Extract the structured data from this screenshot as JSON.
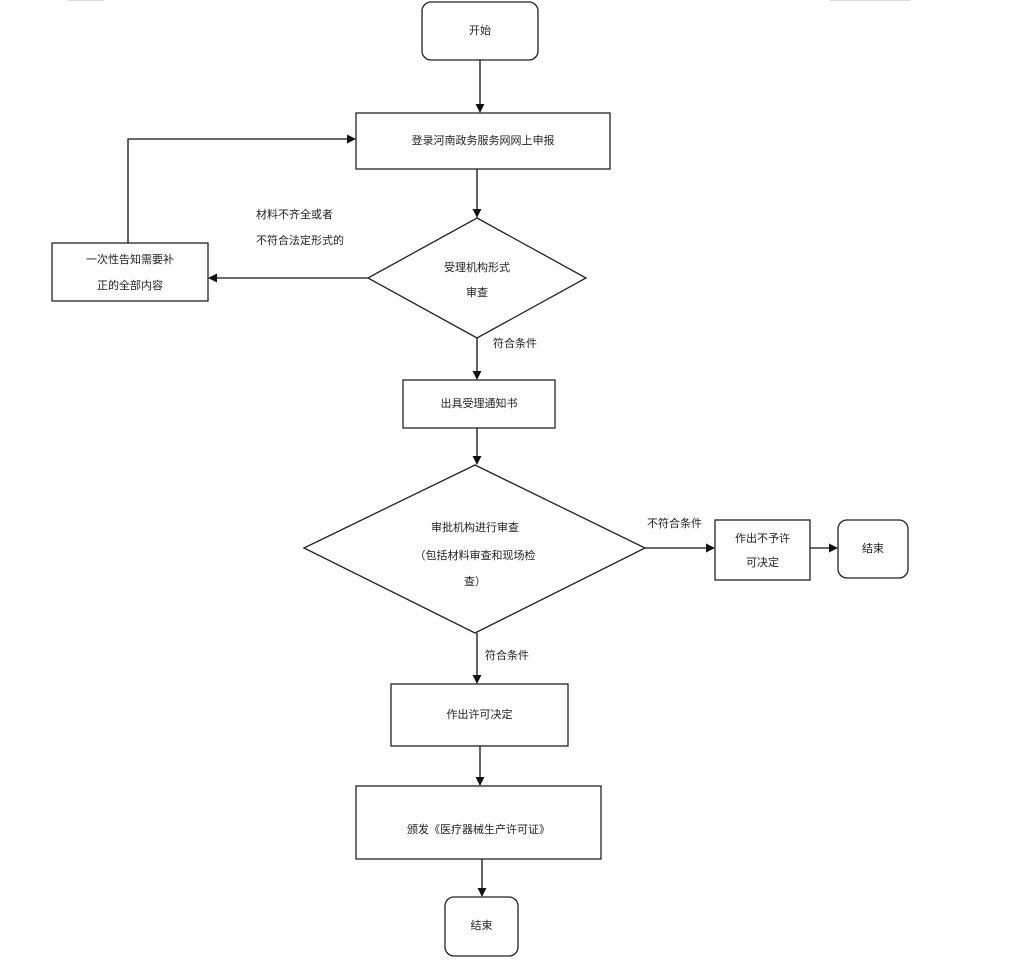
{
  "nodes": {
    "start": "开始",
    "login": "登录河南政务服务网网上申报",
    "form_review_1": "受理机构形式",
    "form_review_2": "审查",
    "notify_1": "一次性告知需要补",
    "notify_2": "正的全部内容",
    "accept_notice": "出具受理通知书",
    "approval_1": "审批机构进行审查",
    "approval_2": "（包括材料审查和现场检",
    "approval_3": "查）",
    "deny_1": "作出不予许",
    "deny_2": "可决定",
    "end_right": "结束",
    "permit": "作出许可决定",
    "issue": "颁发《医疗器械生产许可证》",
    "end_bottom": "结束"
  },
  "edges": {
    "incomplete_1": "材料不齐全或者",
    "incomplete_2": "不符合法定形式的",
    "meets_1": "符合条件",
    "not_meets": "不符合条件",
    "meets_2": "符合条件"
  }
}
